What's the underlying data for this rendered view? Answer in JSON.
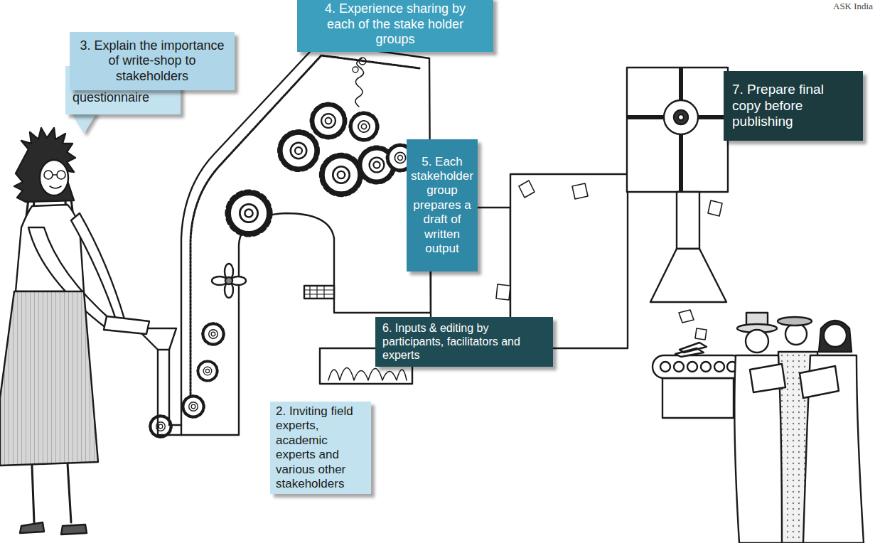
{
  "diagram": {
    "nodes": [
      {
        "text": [
          "1. Prepare a questionnaire"
        ]
      },
      {
        "text": [
          "2. Inviting field experts, academic experts and various other stakeholders"
        ]
      },
      {
        "text": [
          "3. Explain the importance of write-shop to stakeholders"
        ]
      },
      {
        "text": [
          "4. Experience sharing by each of the stake holder groups"
        ]
      },
      {
        "text": [
          "5. Each stakeholder group prepares a draft of written output"
        ]
      },
      {
        "text": [
          "6. Inputs & editing by participants, facilitators and experts"
        ]
      },
      {
        "text": [
          "7. Prepare final copy before publishing"
        ]
      }
    ],
    "labels": [
      "ASK India"
    ]
  }
}
